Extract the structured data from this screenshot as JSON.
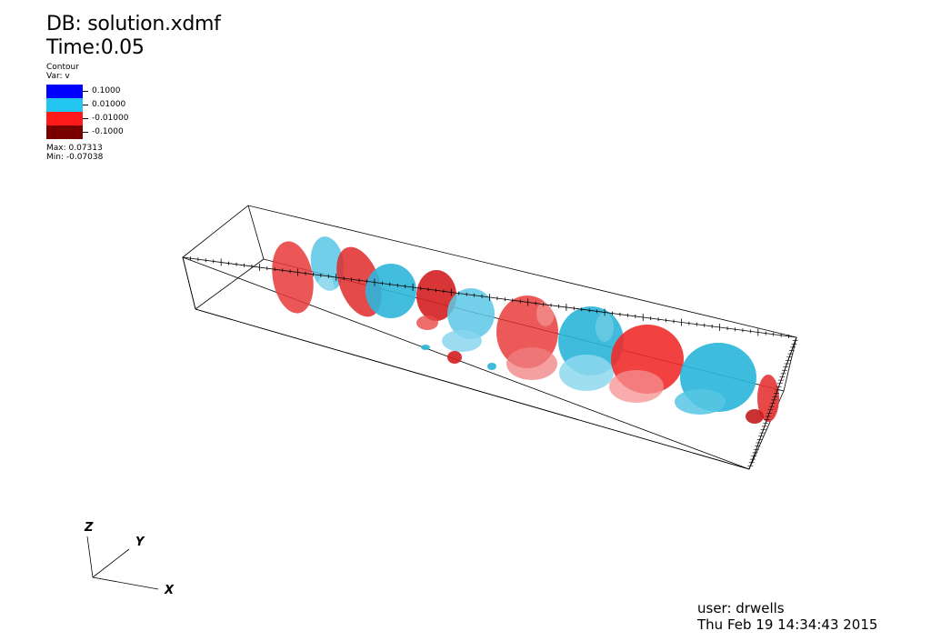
{
  "header": {
    "db": "DB: solution.xdmf",
    "time": "Time:0.05"
  },
  "plot": {
    "name": "Contour",
    "var": "Var: v",
    "max": "Max:  0.07313",
    "min": "Min: -0.07038"
  },
  "legend": {
    "items": [
      {
        "label": "0.1000",
        "color": "#0000ff"
      },
      {
        "label": "0.01000",
        "color": "#22c6f0"
      },
      {
        "label": "-0.01000",
        "color": "#ff1a1a"
      },
      {
        "label": "-0.1000",
        "color": "#7a0000"
      }
    ]
  },
  "axes": {
    "x": "X",
    "y": "Y",
    "z": "Z"
  },
  "footer": {
    "user": "user: drwells",
    "date": "Thu Feb  19 14:34:43 2015"
  }
}
